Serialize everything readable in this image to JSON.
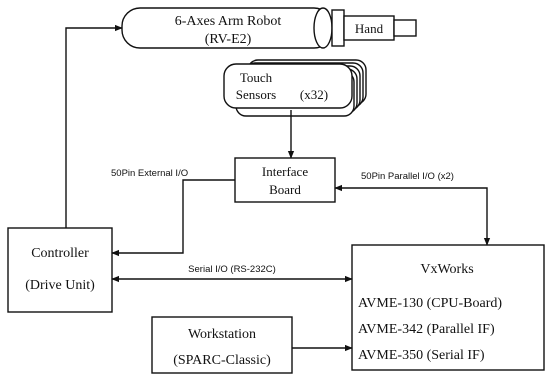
{
  "robot": {
    "line1": "6-Axes Arm Robot",
    "line2": "(RV-E2)"
  },
  "hand": {
    "label": "Hand"
  },
  "sensors": {
    "line1": "Touch",
    "line2": "Sensors",
    "count": "(x32)"
  },
  "interface": {
    "line1": "Interface",
    "line2": "Board"
  },
  "controller": {
    "line1": "Controller",
    "line2": "(Drive Unit)"
  },
  "vxworks": {
    "title": "VxWorks",
    "boards": [
      "AVME-130 (CPU-Board)",
      "AVME-342 (Parallel IF)",
      "AVME-350 (Serial IF)"
    ]
  },
  "workstation": {
    "line1": "Workstation",
    "line2": "(SPARC-Classic)"
  },
  "links": {
    "external_io": "50Pin External I/O",
    "parallel_io": "50Pin Parallel I/O (x2)",
    "serial_io": "Serial I/O (RS-232C)"
  }
}
